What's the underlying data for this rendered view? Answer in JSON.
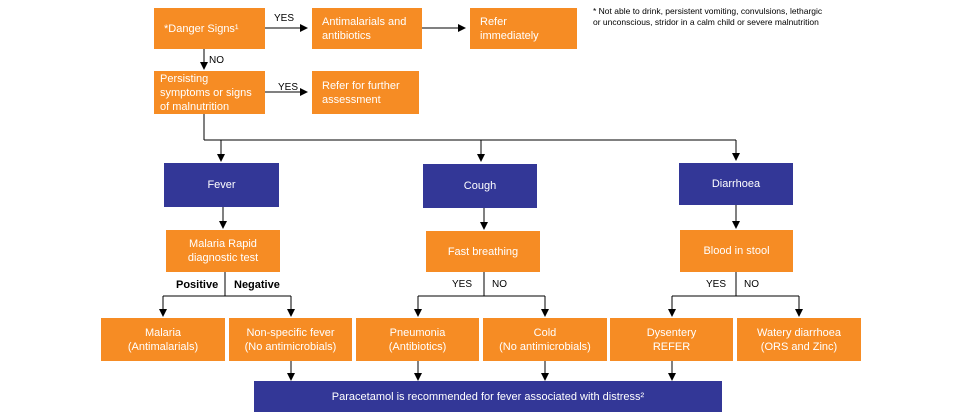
{
  "colors": {
    "orange": "#f68c24",
    "blue": "#333797",
    "line": "#000000"
  },
  "top": {
    "danger_signs": "*Danger Signs¹",
    "antimalarials_antibiotics": "Antimalarials and\nantibiotics",
    "refer_immediately": "Refer\nimmediately",
    "yes_label_1": "YES",
    "no_label": "NO",
    "persisting": "Persisting\nsymptoms or signs\nof malnutrition",
    "yes_label_2": "YES",
    "refer_further": "Refer for further\nassessment",
    "footnote": "* Not able to drink, persistent vomiting, convulsions, lethargic or unconscious, stridor in a calm child or  severe malnutrition"
  },
  "branches": {
    "fever": {
      "title": "Fever",
      "test": "Malaria Rapid\ndiagnostic test",
      "positive_label": "Positive",
      "negative_label": "Negative",
      "outcome_positive": "Malaria\n(Antimalarials)",
      "outcome_negative": "Non-specific fever\n(No antimicrobials)"
    },
    "cough": {
      "title": "Cough",
      "test": "Fast breathing",
      "yes_label": "YES",
      "no_label": "NO",
      "outcome_yes": "Pneumonia\n(Antibiotics)",
      "outcome_no": "Cold\n(No antimicrobials)"
    },
    "diarrhoea": {
      "title": "Diarrhoea",
      "test": "Blood in stool",
      "yes_label": "YES",
      "no_label": "NO",
      "outcome_yes": "Dysentery\nREFER",
      "outcome_no": "Watery diarrhoea\n(ORS and Zinc)"
    }
  },
  "footer": "Paracetamol is recommended for fever associated with distress²"
}
